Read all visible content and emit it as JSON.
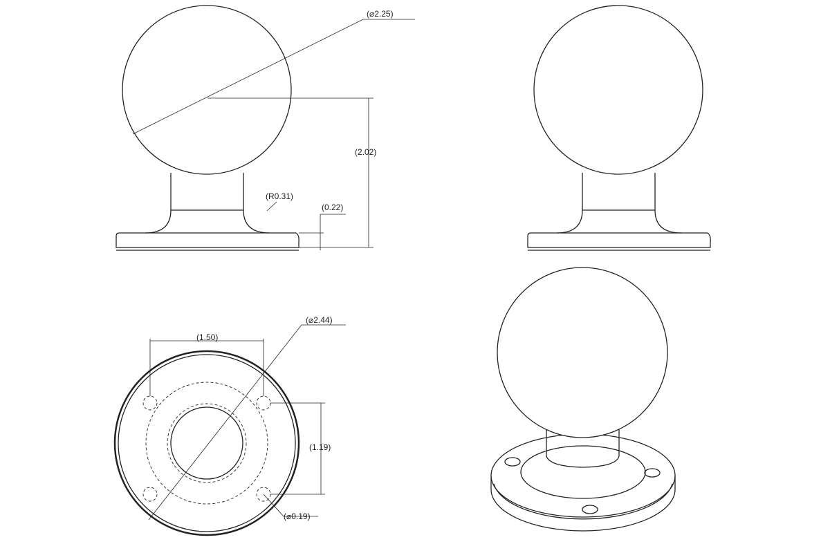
{
  "views": {
    "front": {
      "ball_diameter": "(⌀2.25)",
      "height": "(2.02)",
      "fillet_radius": "(R0.31)",
      "base_thickness": "(0.22)"
    },
    "side": {},
    "bottom": {
      "hole_spacing_x": "(1.50)",
      "base_diameter": "(⌀2.44)",
      "hole_spacing_y": "(1.19)",
      "hole_diameter": "(⌀0.19)"
    },
    "isometric": {}
  }
}
